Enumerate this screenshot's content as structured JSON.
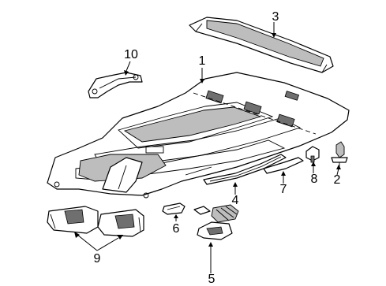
{
  "diagram": {
    "callouts": [
      {
        "id": "c1",
        "text": "1"
      },
      {
        "id": "c2",
        "text": "2"
      },
      {
        "id": "c3",
        "text": "3"
      },
      {
        "id": "c4",
        "text": "4"
      },
      {
        "id": "c5",
        "text": "5"
      },
      {
        "id": "c6",
        "text": "6"
      },
      {
        "id": "c7",
        "text": "7"
      },
      {
        "id": "c8",
        "text": "8"
      },
      {
        "id": "c9",
        "text": "9"
      },
      {
        "id": "c10",
        "text": "10"
      }
    ]
  }
}
